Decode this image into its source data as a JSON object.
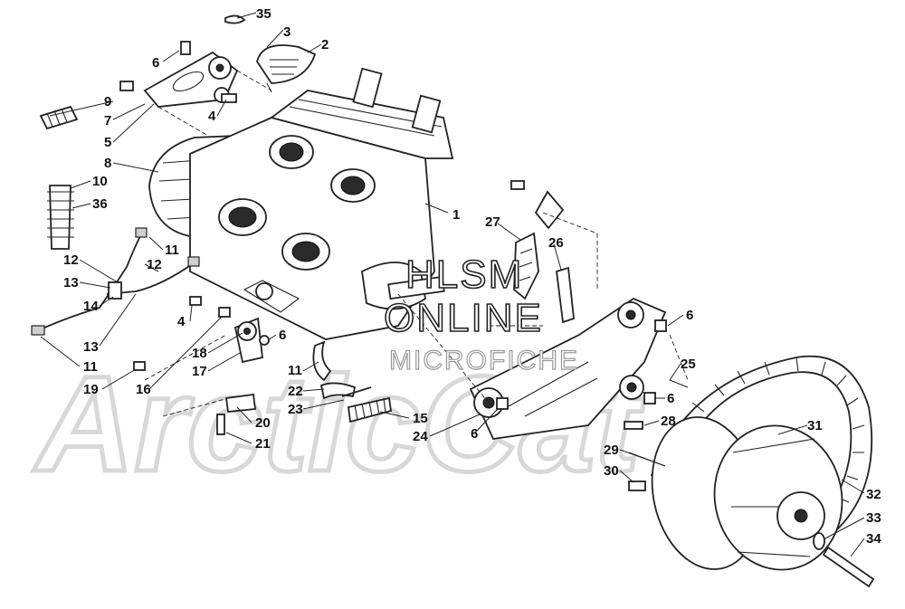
{
  "watermark": {
    "line1": "HLSM",
    "line2": "ONLINE",
    "line3": "MICROFICHE"
  },
  "background_logo": "ArcticCat",
  "callouts": [
    {
      "id": "c35",
      "label": "35"
    },
    {
      "id": "c3",
      "label": "3"
    },
    {
      "id": "c2",
      "label": "2"
    },
    {
      "id": "c6a",
      "label": "6"
    },
    {
      "id": "c9",
      "label": "9"
    },
    {
      "id": "c7",
      "label": "7"
    },
    {
      "id": "c4a",
      "label": "4"
    },
    {
      "id": "c5",
      "label": "5"
    },
    {
      "id": "c8",
      "label": "8"
    },
    {
      "id": "c10",
      "label": "10"
    },
    {
      "id": "c36",
      "label": "36"
    },
    {
      "id": "c1",
      "label": "1"
    },
    {
      "id": "c27",
      "label": "27"
    },
    {
      "id": "c26",
      "label": "26"
    },
    {
      "id": "c11a",
      "label": "11"
    },
    {
      "id": "c12a",
      "label": "12"
    },
    {
      "id": "c12b",
      "label": "12"
    },
    {
      "id": "c13a",
      "label": "13"
    },
    {
      "id": "c14",
      "label": "14"
    },
    {
      "id": "c13b",
      "label": "13"
    },
    {
      "id": "c11b",
      "label": "11"
    },
    {
      "id": "c4b",
      "label": "4"
    },
    {
      "id": "c6b",
      "label": "6"
    },
    {
      "id": "c18",
      "label": "18"
    },
    {
      "id": "c17",
      "label": "17"
    },
    {
      "id": "c19",
      "label": "19"
    },
    {
      "id": "c16",
      "label": "16"
    },
    {
      "id": "c11c",
      "label": "11"
    },
    {
      "id": "c22",
      "label": "22"
    },
    {
      "id": "c23",
      "label": "23"
    },
    {
      "id": "c20",
      "label": "20"
    },
    {
      "id": "c21",
      "label": "21"
    },
    {
      "id": "c15",
      "label": "15"
    },
    {
      "id": "c24",
      "label": "24"
    },
    {
      "id": "c6c",
      "label": "6"
    },
    {
      "id": "c6d",
      "label": "6"
    },
    {
      "id": "c25",
      "label": "25"
    },
    {
      "id": "c6e",
      "label": "6"
    },
    {
      "id": "c28",
      "label": "28"
    },
    {
      "id": "c29",
      "label": "29"
    },
    {
      "id": "c30",
      "label": "30"
    },
    {
      "id": "c31",
      "label": "31"
    },
    {
      "id": "c32",
      "label": "32"
    },
    {
      "id": "c33",
      "label": "33"
    },
    {
      "id": "c34",
      "label": "34"
    }
  ]
}
